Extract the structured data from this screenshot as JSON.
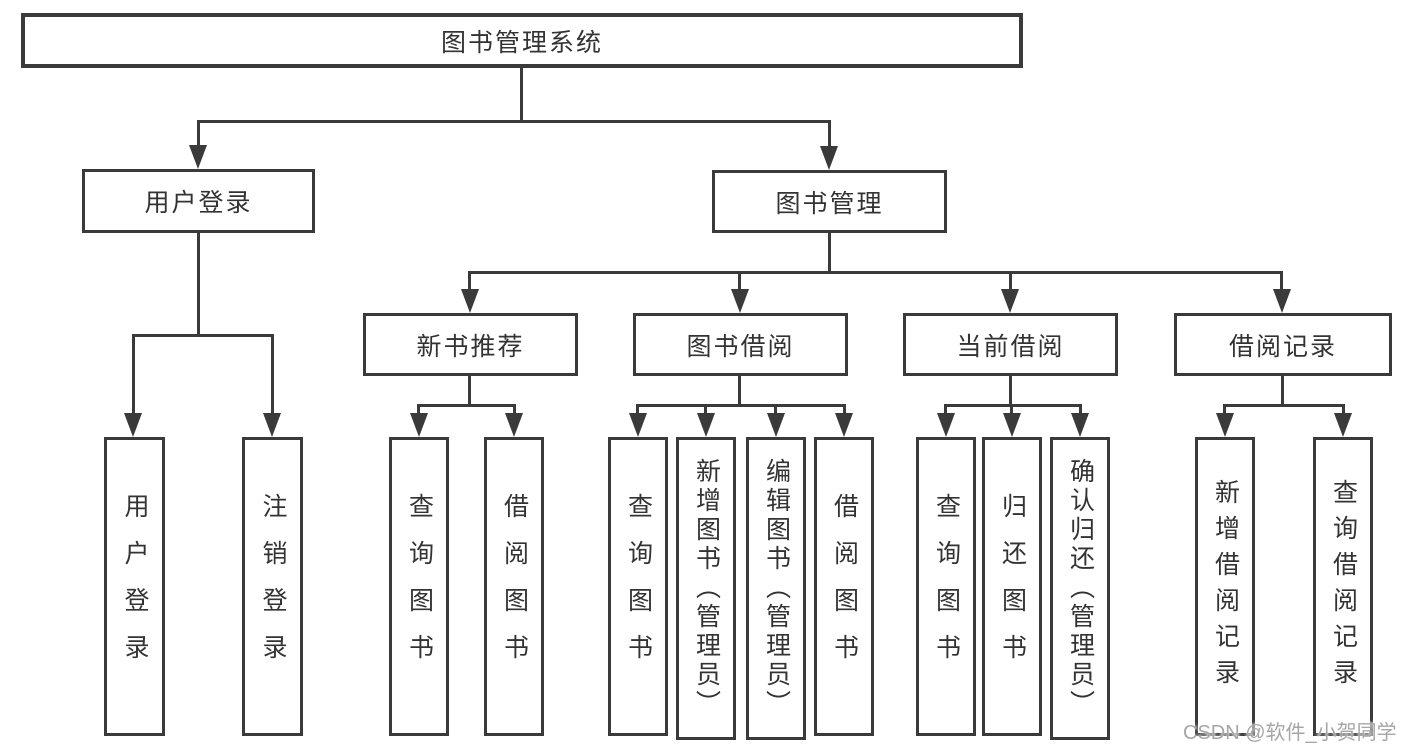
{
  "diagram_type": "tree",
  "colors": {
    "line": "#3a3a3a",
    "text": "#333333",
    "watermark": "#a6a6a6",
    "page_bg": "#ffffff"
  },
  "root": {
    "label": "图书管理系统"
  },
  "branches": [
    {
      "label": "用户登录",
      "children": [
        {
          "label": "用户登录"
        },
        {
          "label": "注销登录"
        }
      ]
    },
    {
      "label": "图书管理",
      "children": [
        {
          "label": "新书推荐",
          "children": [
            {
              "label": "查询图书"
            },
            {
              "label": "借阅图书"
            }
          ]
        },
        {
          "label": "图书借阅",
          "children": [
            {
              "label": "查询图书"
            },
            {
              "label": "新增图书（管理员）"
            },
            {
              "label": "编辑图书（管理员）"
            },
            {
              "label": "借阅图书"
            }
          ]
        },
        {
          "label": "当前借阅",
          "children": [
            {
              "label": "查询图书"
            },
            {
              "label": "归还图书"
            },
            {
              "label": "确认归还（管理员）"
            }
          ]
        },
        {
          "label": "借阅记录",
          "children": [
            {
              "label": "新增借阅记录"
            },
            {
              "label": "查询借阅记录"
            }
          ]
        }
      ]
    }
  ],
  "watermark": {
    "text": "CSDN @软件_小贺同学"
  }
}
